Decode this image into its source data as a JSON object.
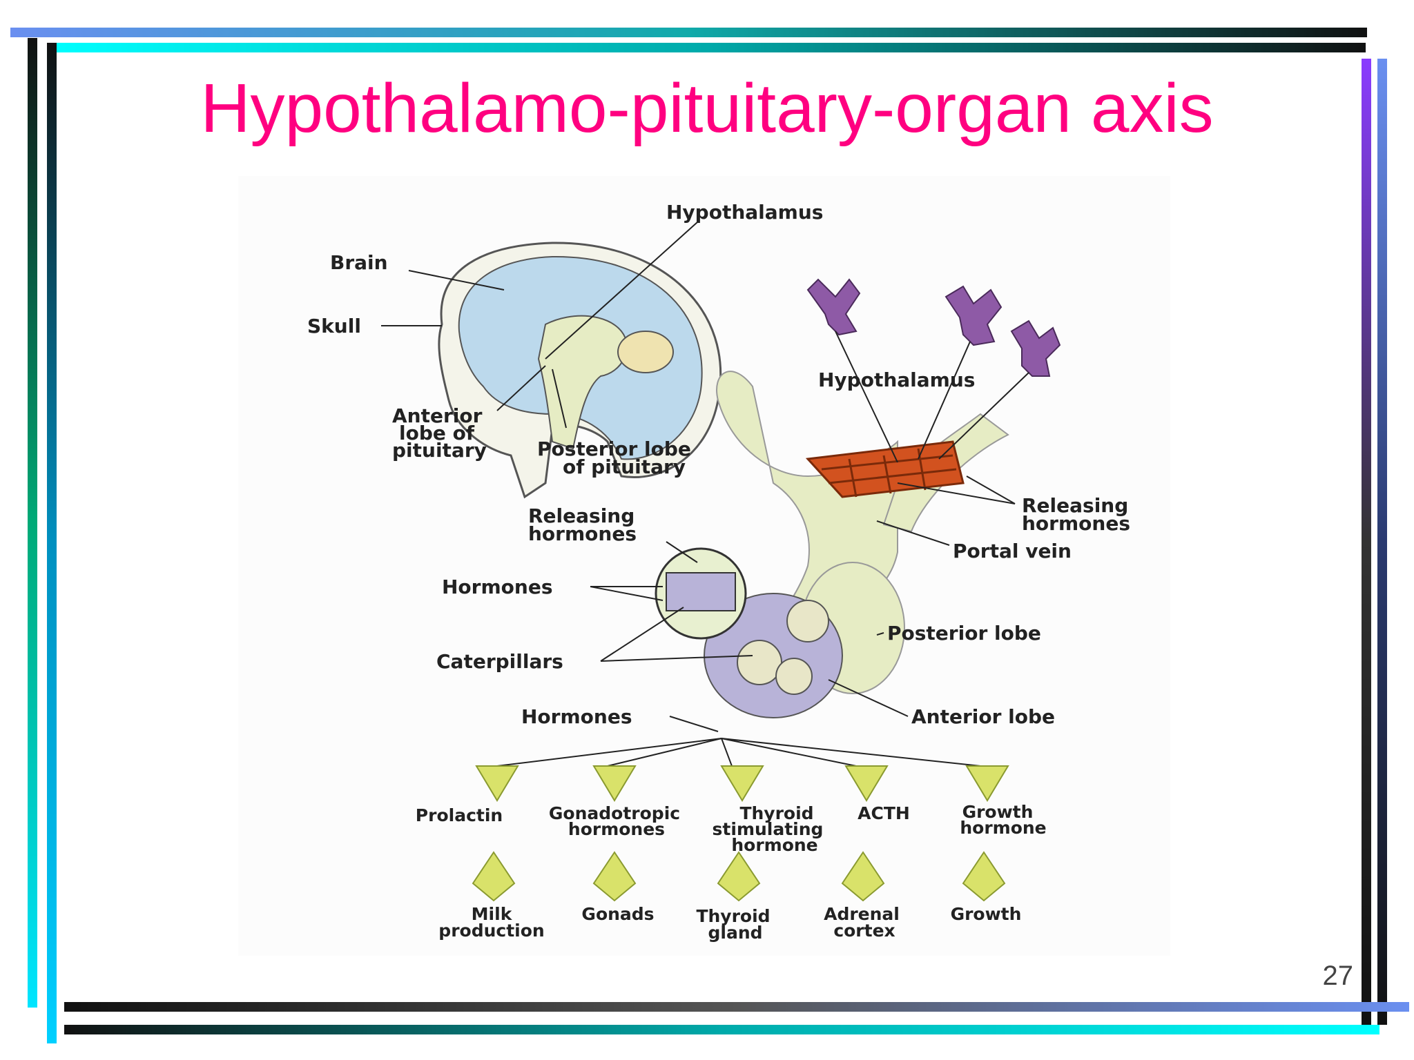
{
  "slide": {
    "title": "Hypothalamo-pituitary-organ axis",
    "page_number": "27"
  },
  "diagram": {
    "labels": {
      "hypothalamus_top": "Hypothalamus",
      "brain": "Brain",
      "skull": "Skull",
      "anterior_lobe_l1": "Anterior",
      "anterior_lobe_l2": "lobe of",
      "anterior_lobe_l3": "pituitary",
      "posterior_lobe_l1": "Posterior lobe",
      "posterior_lobe_l2": "of pituitary",
      "hypothalamus_right": "Hypothalamus",
      "releasing_right_l1": "Releasing",
      "releasing_right_l2": "hormones",
      "portal_vein": "Portal vein",
      "releasing_left_l1": "Releasing",
      "releasing_left_l2": "hormones",
      "hormones_1": "Hormones",
      "caterpillars": "Caterpillars",
      "posterior_lobe": "Posterior lobe",
      "hormones_2": "Hormones",
      "anterior_lobe": "Anterior lobe"
    },
    "hormones": [
      {
        "line1": "Prolactin",
        "line2": "",
        "line3": ""
      },
      {
        "line1": "Gonadotropic",
        "line2": "hormones",
        "line3": ""
      },
      {
        "line1": "Thyroid",
        "line2": "stimulating",
        "line3": "hormone"
      },
      {
        "line1": "ACTH",
        "line2": "",
        "line3": ""
      },
      {
        "line1": "Growth",
        "line2": "hormone",
        "line3": ""
      }
    ],
    "targets": [
      {
        "line1": "Milk",
        "line2": "production"
      },
      {
        "line1": "Gonads",
        "line2": ""
      },
      {
        "line1": "Thyroid",
        "line2": "gland"
      },
      {
        "line1": "Adrenal",
        "line2": "cortex"
      },
      {
        "line1": "Growth",
        "line2": ""
      }
    ],
    "colors": {
      "brain": "#bcd9ec",
      "pituitary": "#e6ecc4",
      "neuron": "#8e5aa6",
      "portal": "#d2521f",
      "arrow": "#d9e26a"
    }
  }
}
